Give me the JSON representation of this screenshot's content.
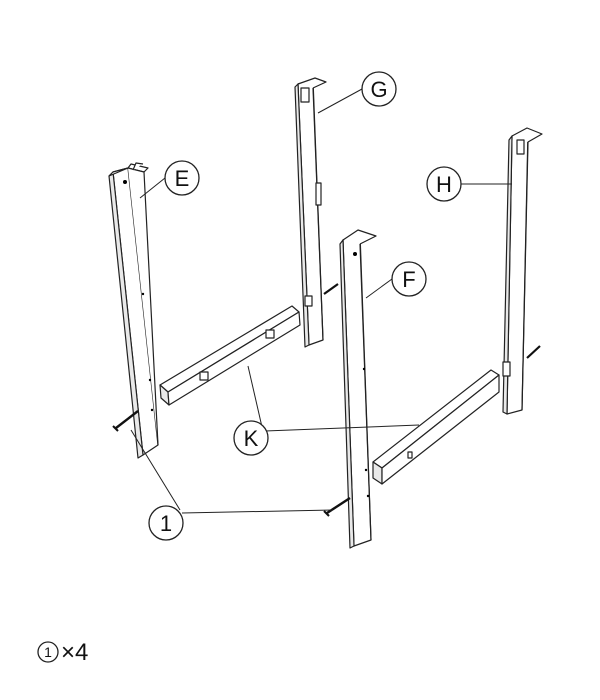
{
  "parts": {
    "E": "E",
    "F": "F",
    "G": "G",
    "H": "H",
    "K": "K",
    "screw": "1"
  },
  "quantity": {
    "number": "1",
    "text": "×4"
  }
}
